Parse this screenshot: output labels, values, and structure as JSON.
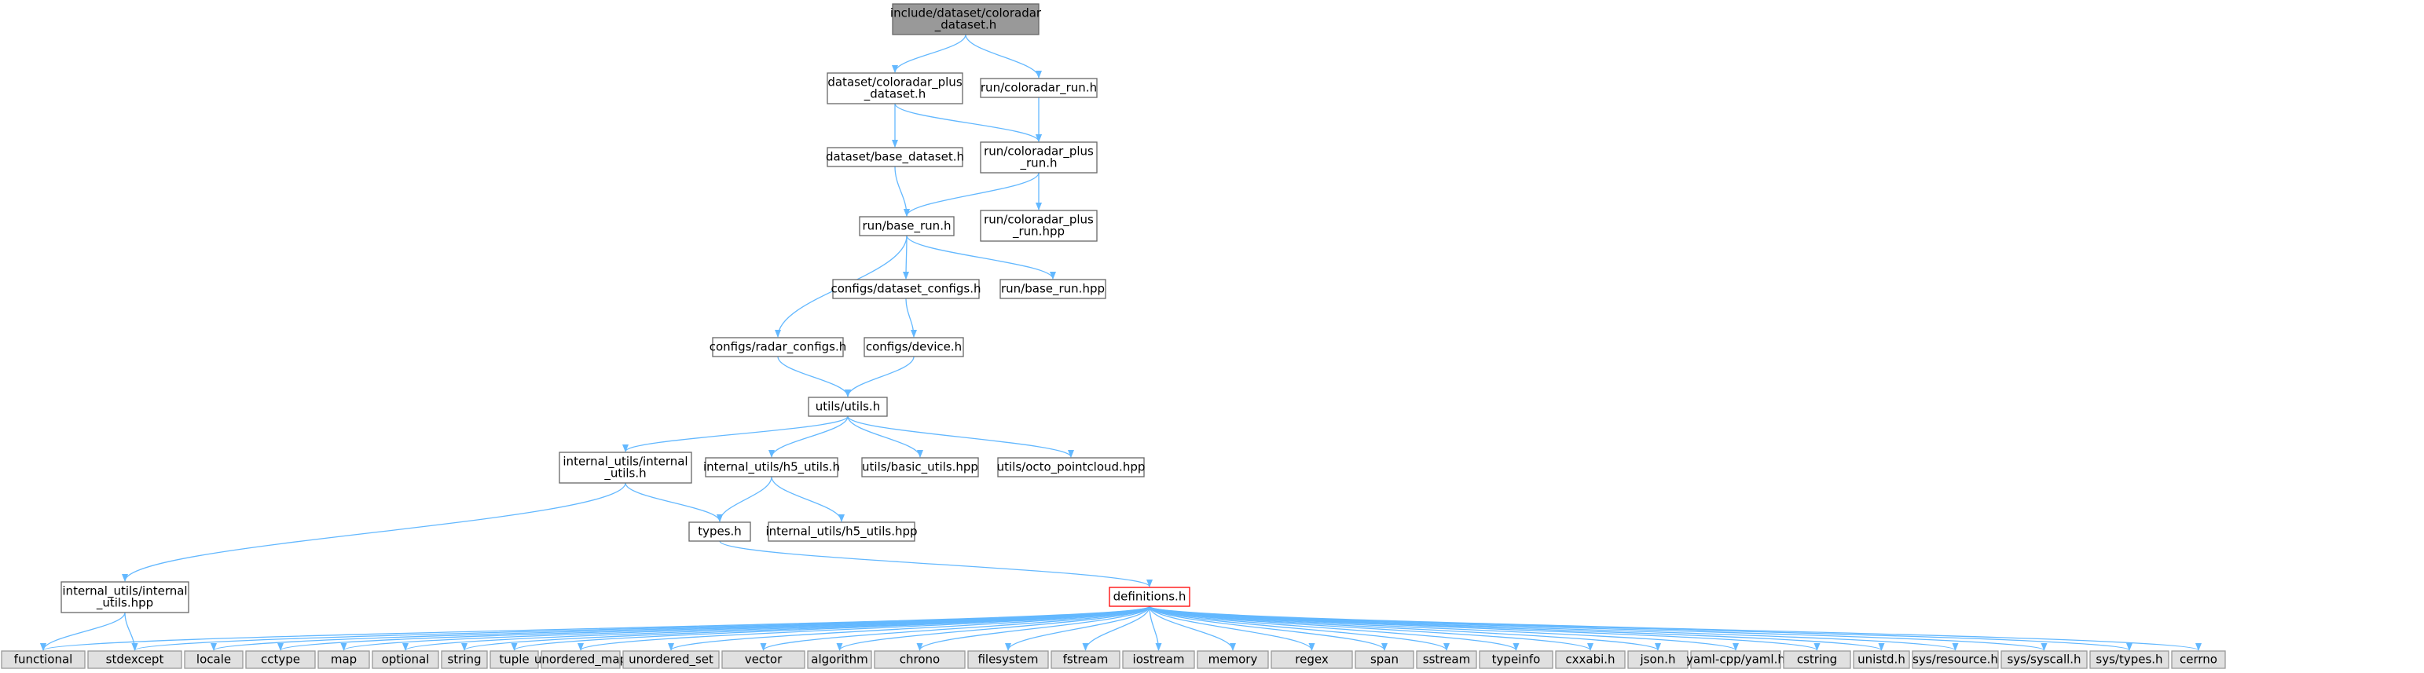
{
  "colors": {
    "edge": "#63b8ff",
    "box_fill": "#ffffff",
    "box_border": "#666666",
    "root_fill": "#999999",
    "system_fill": "#e0e0e0",
    "system_border": "#999999",
    "highlight_border": "#ff0000"
  },
  "nodes": [
    {
      "id": "root",
      "lines": [
        "include/dataset/coloradar",
        "_dataset.h"
      ],
      "style": "root"
    },
    {
      "id": "cpd",
      "lines": [
        "dataset/coloradar_plus",
        "_dataset.h"
      ],
      "style": "local"
    },
    {
      "id": "crun",
      "lines": [
        "run/coloradar_run.h"
      ],
      "style": "local"
    },
    {
      "id": "bds",
      "lines": [
        "dataset/base_dataset.h"
      ],
      "style": "local"
    },
    {
      "id": "cprun",
      "lines": [
        "run/coloradar_plus",
        "_run.h"
      ],
      "style": "local"
    },
    {
      "id": "brun",
      "lines": [
        "run/base_run.h"
      ],
      "style": "local"
    },
    {
      "id": "cprunhpp",
      "lines": [
        "run/coloradar_plus",
        "_run.hpp"
      ],
      "style": "local"
    },
    {
      "id": "dsconf",
      "lines": [
        "configs/dataset_configs.h"
      ],
      "style": "local"
    },
    {
      "id": "brunhpp",
      "lines": [
        "run/base_run.hpp"
      ],
      "style": "local"
    },
    {
      "id": "radconf",
      "lines": [
        "configs/radar_configs.h"
      ],
      "style": "local"
    },
    {
      "id": "device",
      "lines": [
        "configs/device.h"
      ],
      "style": "local"
    },
    {
      "id": "utils",
      "lines": [
        "utils/utils.h"
      ],
      "style": "local"
    },
    {
      "id": "iuh",
      "lines": [
        "internal_utils/internal",
        "_utils.h"
      ],
      "style": "local"
    },
    {
      "id": "h5",
      "lines": [
        "internal_utils/h5_utils.h"
      ],
      "style": "local"
    },
    {
      "id": "basicu",
      "lines": [
        "utils/basic_utils.hpp"
      ],
      "style": "local"
    },
    {
      "id": "octo",
      "lines": [
        "utils/octo_pointcloud.hpp"
      ],
      "style": "local"
    },
    {
      "id": "types",
      "lines": [
        "types.h"
      ],
      "style": "local"
    },
    {
      "id": "h5hpp",
      "lines": [
        "internal_utils/h5_utils.hpp"
      ],
      "style": "local"
    },
    {
      "id": "iuhpp",
      "lines": [
        "internal_utils/internal",
        "_utils.hpp"
      ],
      "style": "local"
    },
    {
      "id": "defs",
      "lines": [
        "definitions.h"
      ],
      "style": "highlight"
    },
    {
      "id": "s0",
      "lines": [
        "functional"
      ],
      "style": "system"
    },
    {
      "id": "s1",
      "lines": [
        "stdexcept"
      ],
      "style": "system"
    },
    {
      "id": "s2",
      "lines": [
        "locale"
      ],
      "style": "system"
    },
    {
      "id": "s3",
      "lines": [
        "cctype"
      ],
      "style": "system"
    },
    {
      "id": "s4",
      "lines": [
        "map"
      ],
      "style": "system"
    },
    {
      "id": "s5",
      "lines": [
        "optional"
      ],
      "style": "system"
    },
    {
      "id": "s6",
      "lines": [
        "string"
      ],
      "style": "system"
    },
    {
      "id": "s7",
      "lines": [
        "tuple"
      ],
      "style": "system"
    },
    {
      "id": "s8",
      "lines": [
        "unordered_map"
      ],
      "style": "system"
    },
    {
      "id": "s9",
      "lines": [
        "unordered_set"
      ],
      "style": "system"
    },
    {
      "id": "s10",
      "lines": [
        "vector"
      ],
      "style": "system"
    },
    {
      "id": "s11",
      "lines": [
        "algorithm"
      ],
      "style": "system"
    },
    {
      "id": "s12",
      "lines": [
        "chrono"
      ],
      "style": "system"
    },
    {
      "id": "s13",
      "lines": [
        "filesystem"
      ],
      "style": "system"
    },
    {
      "id": "s14",
      "lines": [
        "fstream"
      ],
      "style": "system"
    },
    {
      "id": "s15",
      "lines": [
        "iostream"
      ],
      "style": "system"
    },
    {
      "id": "s16",
      "lines": [
        "memory"
      ],
      "style": "system"
    },
    {
      "id": "s17",
      "lines": [
        "regex"
      ],
      "style": "system"
    },
    {
      "id": "s18",
      "lines": [
        "span"
      ],
      "style": "system"
    },
    {
      "id": "s19",
      "lines": [
        "sstream"
      ],
      "style": "system"
    },
    {
      "id": "s20",
      "lines": [
        "typeinfo"
      ],
      "style": "system"
    },
    {
      "id": "s21",
      "lines": [
        "cxxabi.h"
      ],
      "style": "system"
    },
    {
      "id": "s22",
      "lines": [
        "json.h"
      ],
      "style": "system"
    },
    {
      "id": "s23",
      "lines": [
        "yaml-cpp/yaml.h"
      ],
      "style": "system"
    },
    {
      "id": "s24",
      "lines": [
        "cstring"
      ],
      "style": "system"
    },
    {
      "id": "s25",
      "lines": [
        "unistd.h"
      ],
      "style": "system"
    },
    {
      "id": "s26",
      "lines": [
        "sys/resource.h"
      ],
      "style": "system"
    },
    {
      "id": "s27",
      "lines": [
        "sys/syscall.h"
      ],
      "style": "system"
    },
    {
      "id": "s28",
      "lines": [
        "sys/types.h"
      ],
      "style": "system"
    },
    {
      "id": "s29",
      "lines": [
        "cerrno"
      ],
      "style": "system"
    }
  ],
  "edges": [
    [
      "root",
      "cpd"
    ],
    [
      "root",
      "crun"
    ],
    [
      "cpd",
      "bds"
    ],
    [
      "cpd",
      "cprun"
    ],
    [
      "crun",
      "cprun"
    ],
    [
      "bds",
      "brun"
    ],
    [
      "cprun",
      "brun"
    ],
    [
      "cprun",
      "cprunhpp"
    ],
    [
      "brun",
      "radconf"
    ],
    [
      "brun",
      "dsconf"
    ],
    [
      "brun",
      "brunhpp"
    ],
    [
      "dsconf",
      "device"
    ],
    [
      "radconf",
      "utils"
    ],
    [
      "device",
      "utils"
    ],
    [
      "utils",
      "iuh"
    ],
    [
      "utils",
      "h5"
    ],
    [
      "utils",
      "basicu"
    ],
    [
      "utils",
      "octo"
    ],
    [
      "iuh",
      "iuhpp"
    ],
    [
      "iuh",
      "types"
    ],
    [
      "h5",
      "types"
    ],
    [
      "h5",
      "h5hpp"
    ],
    [
      "types",
      "defs"
    ],
    [
      "iuhpp",
      "s0"
    ],
    [
      "iuhpp",
      "s1"
    ],
    [
      "defs",
      "s0"
    ],
    [
      "defs",
      "s1"
    ],
    [
      "defs",
      "s2"
    ],
    [
      "defs",
      "s3"
    ],
    [
      "defs",
      "s4"
    ],
    [
      "defs",
      "s5"
    ],
    [
      "defs",
      "s6"
    ],
    [
      "defs",
      "s7"
    ],
    [
      "defs",
      "s8"
    ],
    [
      "defs",
      "s9"
    ],
    [
      "defs",
      "s10"
    ],
    [
      "defs",
      "s11"
    ],
    [
      "defs",
      "s12"
    ],
    [
      "defs",
      "s13"
    ],
    [
      "defs",
      "s14"
    ],
    [
      "defs",
      "s15"
    ],
    [
      "defs",
      "s16"
    ],
    [
      "defs",
      "s17"
    ],
    [
      "defs",
      "s18"
    ],
    [
      "defs",
      "s19"
    ],
    [
      "defs",
      "s20"
    ],
    [
      "defs",
      "s21"
    ],
    [
      "defs",
      "s22"
    ],
    [
      "defs",
      "s23"
    ],
    [
      "defs",
      "s24"
    ],
    [
      "defs",
      "s25"
    ],
    [
      "defs",
      "s26"
    ],
    [
      "defs",
      "s27"
    ],
    [
      "defs",
      "s28"
    ],
    [
      "defs",
      "s29"
    ]
  ]
}
